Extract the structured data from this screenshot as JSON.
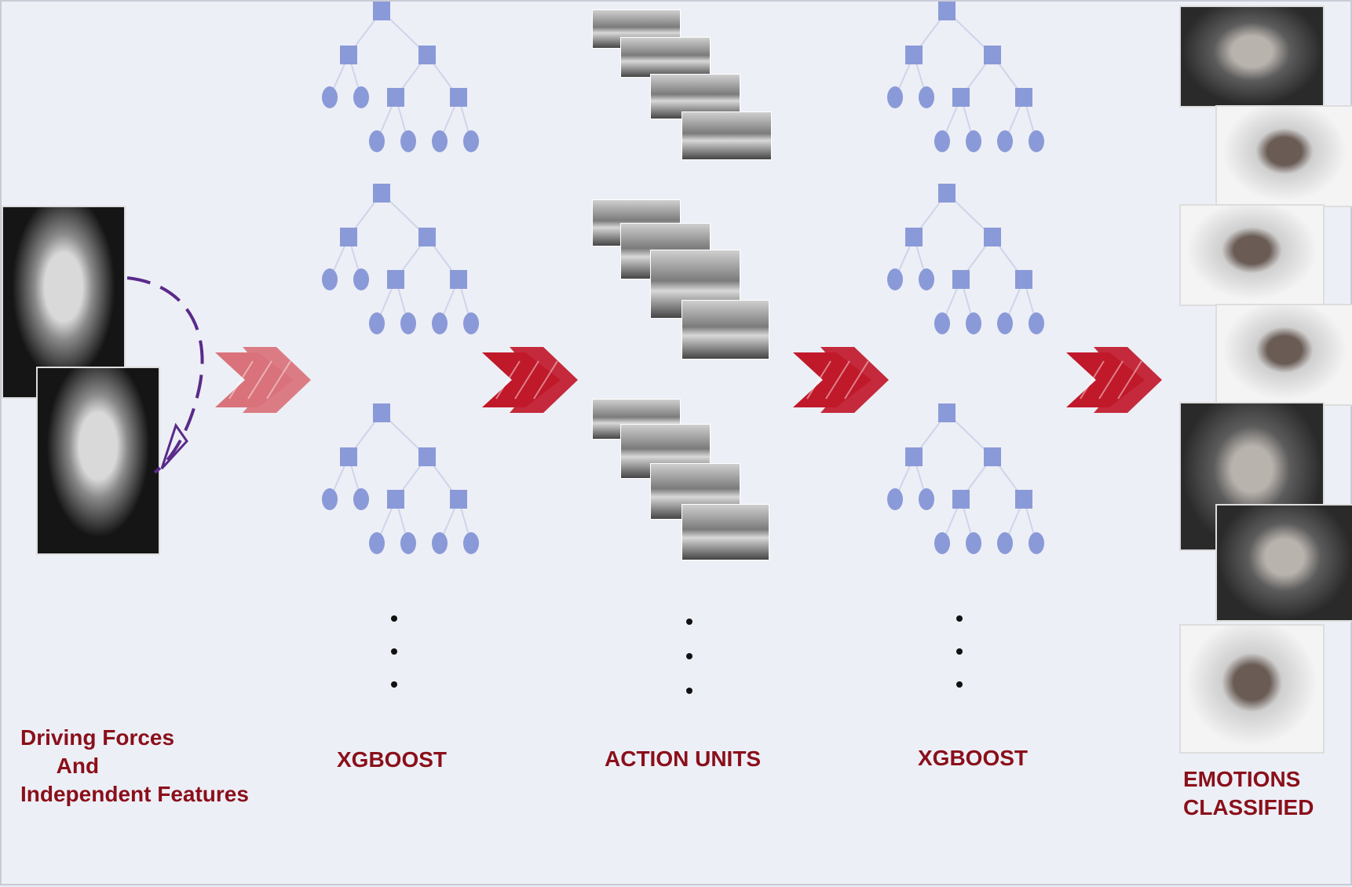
{
  "labels": {
    "driving": "Driving Forces\n      And\nIndependent Features",
    "xgboost_1": "XGBOOST",
    "action_units": "ACTION UNITS",
    "xgboost_2": "XGBOOST",
    "emotions": "EMOTIONS\nCLASSIFIED"
  },
  "colors": {
    "label_text": "#8a0f1a",
    "arrow_light": "#d9727a",
    "arrow_dark": "#c0192a",
    "tree_node": "#8a9ad8",
    "dashed_loop": "#5a2a8a"
  }
}
